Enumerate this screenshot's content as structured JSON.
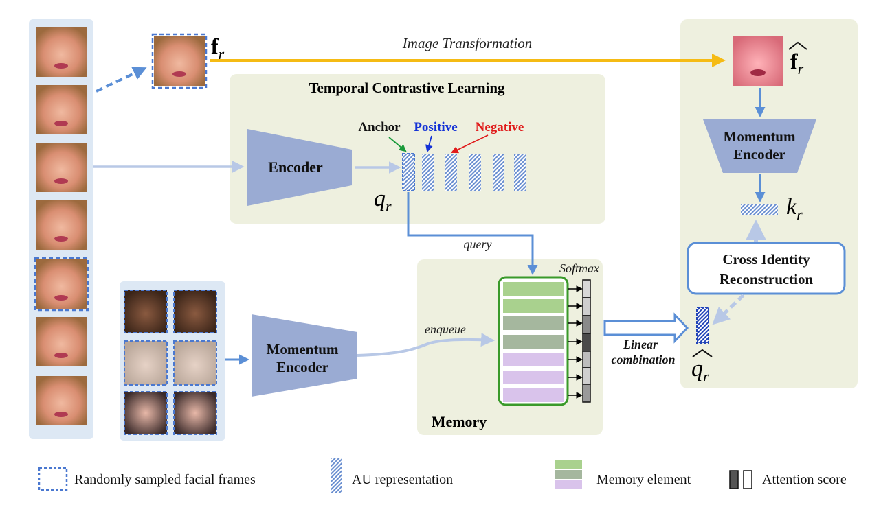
{
  "panels": {
    "tcl_title": "Temporal Contrastive Learning",
    "memory_title": "Memory"
  },
  "labels": {
    "image_transformation": "Image Transformation",
    "anchor": "Anchor",
    "positive": "Positive",
    "negative": "Negative",
    "encoder": "Encoder",
    "momentum_encoder_line1": "Momentum",
    "momentum_encoder_line2": "Encoder",
    "query": "query",
    "enqueue": "enqueue",
    "softmax": "Softmax",
    "linear_line1": "Linear",
    "linear_line2": "combination",
    "cross_line1": "Cross Identity",
    "cross_line2": "Reconstruction"
  },
  "math": {
    "f_r": "f",
    "f_r_sub": "r",
    "q_r": "q",
    "q_r_sub": "r",
    "k_r": "k",
    "k_r_sub": "r",
    "f_hat": "f",
    "f_hat_sub": "r",
    "q_hat": "q",
    "q_hat_sub": "r"
  },
  "legend": {
    "sampled_frames": "Randomly sampled facial frames",
    "au_representation": "AU representation",
    "memory_element": "Memory element",
    "attention_score": "Attention score"
  },
  "colors": {
    "panel_green": "#eef0df",
    "panel_blue": "#dde8f4",
    "encoder_fill": "#9aabd3",
    "arrow_blue": "#5b8fd6",
    "arrow_light": "#b8c8e6",
    "arrow_gold": "#f5bb14",
    "mem_green": "#a9d18e",
    "mem_dark": "#a5b79e",
    "mem_purple": "#d9c3eb",
    "mem_border": "#3a9a2a",
    "anchor_green": "#1a9a3a",
    "positive_blue": "#1432d6",
    "negative_red": "#e01a1a"
  }
}
